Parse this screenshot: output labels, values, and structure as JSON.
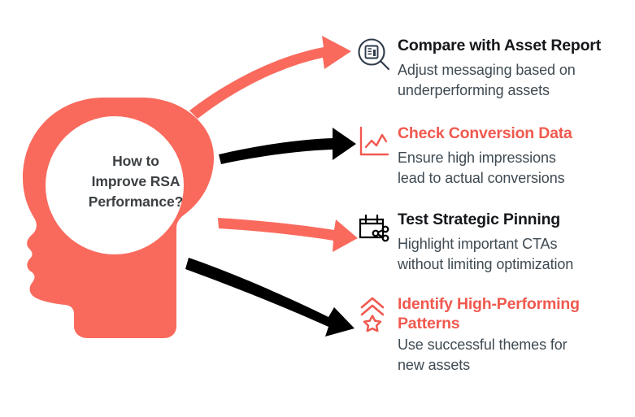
{
  "colors": {
    "coral": "#f96a5d",
    "coral_text": "#f0594f",
    "arrow_black": "#000000",
    "icon_navy": "#2f3b4c",
    "title_dark": "#15171a",
    "body_text": "#3f4a52",
    "brain_text": "#3c4043",
    "background": "#ffffff"
  },
  "center": {
    "name": "brain-question",
    "lines": [
      "How to",
      "Improve RSA",
      "Performance?"
    ]
  },
  "arrows": [
    {
      "name": "arrow-to-item-1",
      "color": "#f96a5d",
      "direction": "up-right"
    },
    {
      "name": "arrow-to-item-2",
      "color": "#000000",
      "direction": "right"
    },
    {
      "name": "arrow-to-item-3",
      "color": "#f96a5d",
      "direction": "right"
    },
    {
      "name": "arrow-to-item-4",
      "color": "#000000",
      "direction": "down-right"
    }
  ],
  "items": [
    {
      "icon": "magnifier-bar-chart-icon",
      "title": "Compare with Asset Report",
      "title_color": "dark",
      "desc_lines": [
        "Adjust messaging based on",
        "underperforming assets"
      ]
    },
    {
      "icon": "line-chart-icon",
      "title": "Check Conversion Data",
      "title_color": "coral",
      "desc_lines": [
        "Ensure high impressions",
        "lead to actual conversions"
      ]
    },
    {
      "icon": "calendar-share-icon",
      "title": "Test Strategic Pinning",
      "title_color": "dark",
      "desc_lines": [
        "Highlight important CTAs",
        "without limiting optimization"
      ]
    },
    {
      "icon": "star-chevrons-icon",
      "title": "Identify High-Performing Patterns",
      "title_color": "coral",
      "desc_lines": [
        "Use successful themes for",
        "new assets"
      ]
    }
  ]
}
